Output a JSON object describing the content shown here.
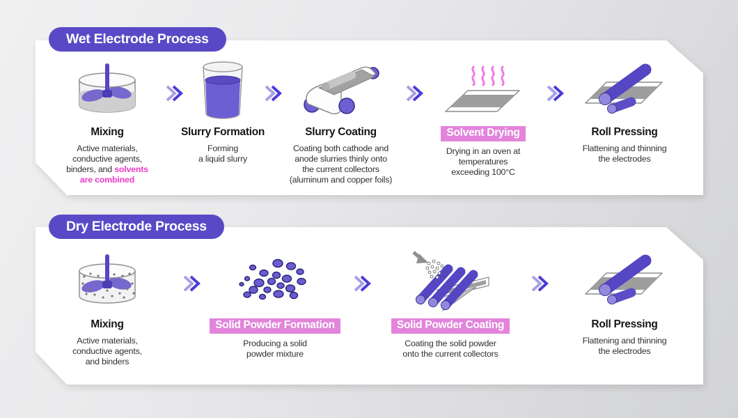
{
  "colors": {
    "badge_purple": "#5a49c6",
    "highlight_pink": "#e284db",
    "accent_magenta": "#ea3bc6",
    "chevron_light": "#a8a1e5",
    "chevron_dark": "#4a3cd8",
    "roller_purple": "#5748c4",
    "liquid_purple": "#6c5fd4",
    "sheet_gray": "#9e9e9e",
    "heat_wave_pink": "#f478e4",
    "panel_white": "#ffffff"
  },
  "icons": {
    "step_arrow": "double-chevron-icon",
    "wet": [
      "mixer-bowl-icon",
      "slurry-beaker-icon",
      "coating-machine-icon",
      "drying-sheet-icon",
      "roll-press-icon"
    ],
    "dry": [
      "mixer-bowl-powder-icon",
      "powder-particles-icon",
      "powder-coating-rollers-icon",
      "roll-press-icon"
    ]
  },
  "wet": {
    "badge": "Wet Electrode Process",
    "steps": [
      {
        "title": "Mixing",
        "desc": "Active materials,\nconductive agents,\nbinders, and ",
        "desc_accent": "solvents\nare combined",
        "highlighted": false
      },
      {
        "title": "Slurry Formation",
        "desc": "Forming\na liquid slurry",
        "highlighted": false
      },
      {
        "title": "Slurry Coating",
        "desc": "Coating both cathode and\nanode slurries thinly onto\nthe current collectors\n(aluminum and copper foils)",
        "highlighted": false
      },
      {
        "title": "Solvent Drying",
        "desc": "Drying in an oven at\ntemperatures\nexceeding 100°C",
        "highlighted": true
      },
      {
        "title": "Roll Pressing",
        "desc": "Flattening and thinning\nthe electrodes",
        "highlighted": false
      }
    ]
  },
  "dry": {
    "badge": "Dry Electrode Process",
    "steps": [
      {
        "title": "Mixing",
        "desc": "Active materials,\nconductive agents,\nand binders",
        "highlighted": false
      },
      {
        "title": "Solid Powder Formation",
        "desc": "Producing a solid\npowder mixture",
        "highlighted": true
      },
      {
        "title": "Solid Powder Coating",
        "desc": "Coating the solid powder\nonto the current collectors",
        "highlighted": true
      },
      {
        "title": "Roll Pressing",
        "desc": "Flattening and thinning\nthe electrodes",
        "highlighted": false
      }
    ]
  }
}
